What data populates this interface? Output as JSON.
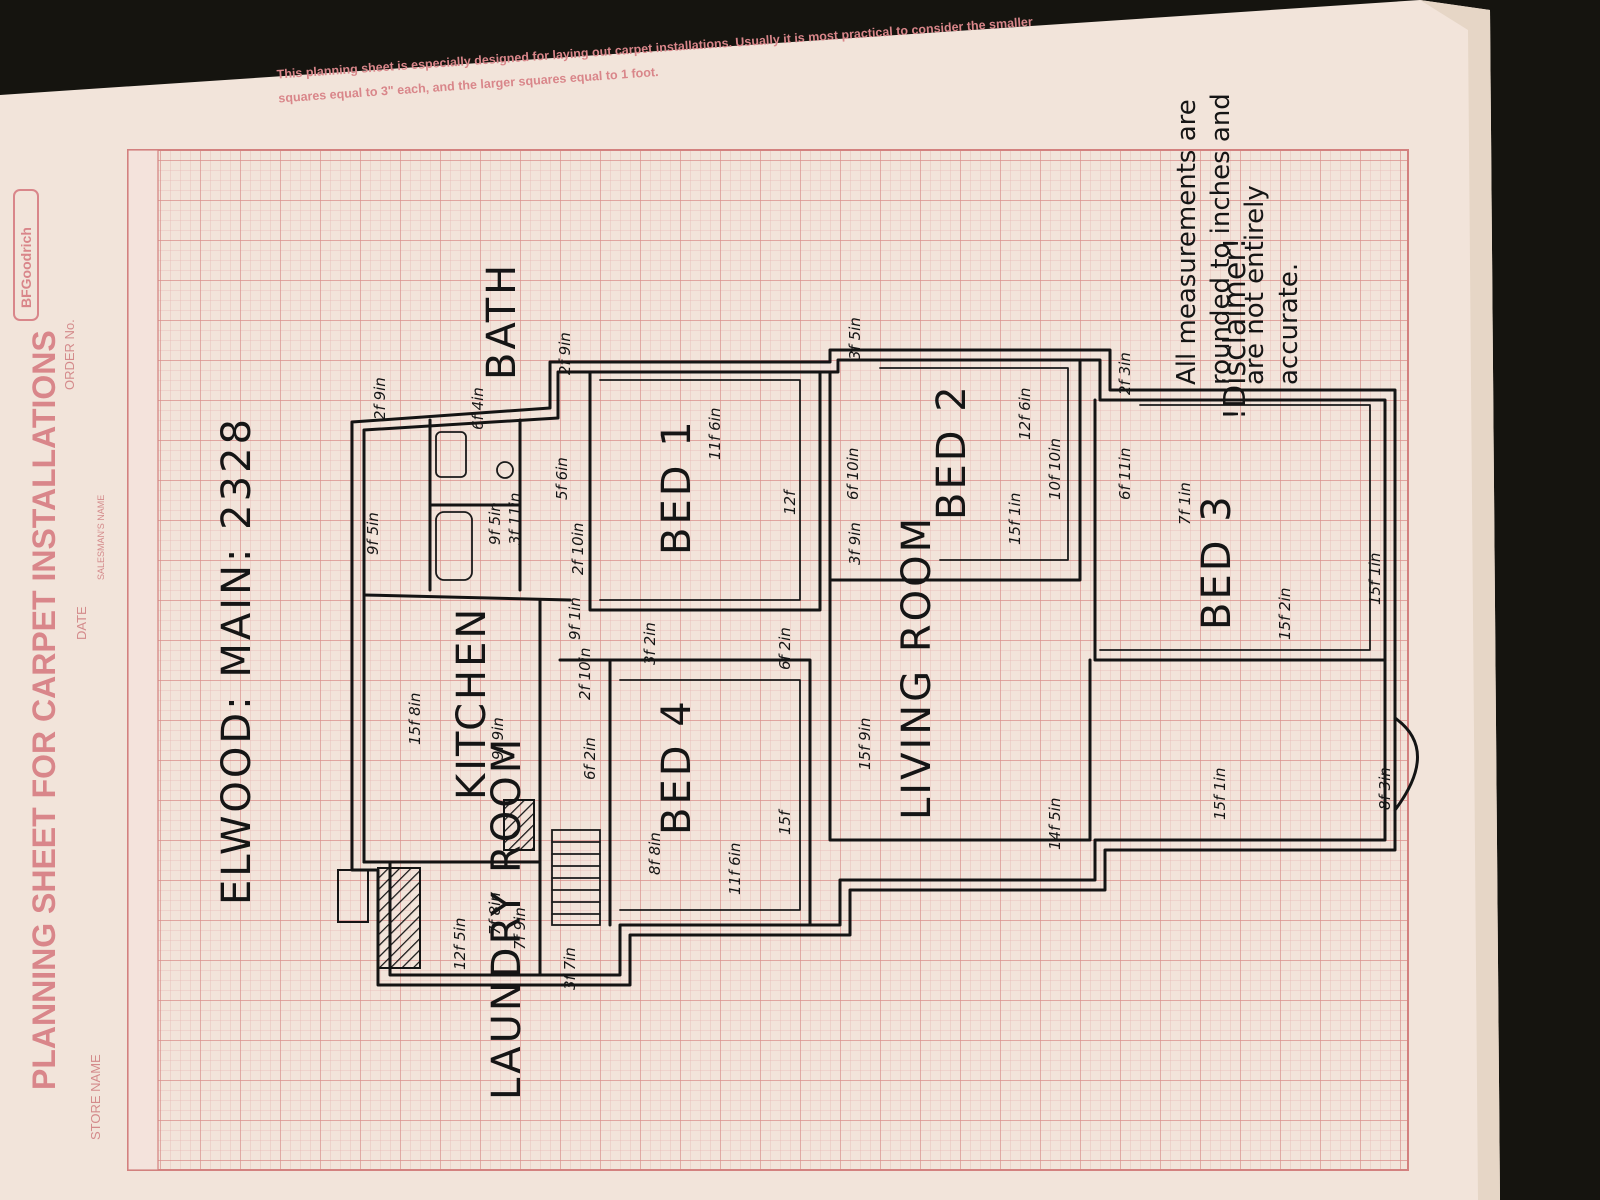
{
  "sheet": {
    "header_title": "PLANNING SHEET FOR CARPET INSTALLATIONS",
    "brand": "BFGoodrich",
    "field_store_name": "STORE NAME",
    "field_date": "DATE",
    "field_order_no": "ORDER No.",
    "field_salesman": "SALESMAN'S NAME",
    "note": "This planning sheet is especially designed for laying out carpet installations. Usually it is most practical to consider the smaller squares equal to 3\" each, and the larger squares equal to 1 foot."
  },
  "plan": {
    "title": "ELWOOD: MAIN: 2328",
    "rooms": {
      "laundry": "LAUNDRY ROOM",
      "kitchen": "KITCHEN",
      "bath": "BATH",
      "bed1": "BED 1",
      "bed2": "BED 2",
      "bed3": "BED 3",
      "bed4": "BED 4",
      "living": "LIVING ROOM"
    },
    "dimensions": {
      "kitchen_length": "15f 8in",
      "kitchen_width": "9f 9in",
      "kitchen_top": "9f 5in",
      "laundry_a": "7f 8in",
      "laundry_b": "7f 9in",
      "laundry_c": "12f 5in",
      "hall_a": "3f 7in",
      "bath_a": "9f 5in",
      "bath_b": "3f 11in",
      "bath_c": "5f 6in",
      "bath_d": "6f 4in",
      "bath_e": "2f 9in",
      "bath_f": "2f 10in",
      "bed1_width": "11f 6in",
      "bed1_length": "12f",
      "bed1_closet": "2f 9in",
      "hall_b": "9f 1in",
      "hall_c": "3f 2in",
      "hall_d": "6f 2in",
      "bed2_width": "12f 6in",
      "bed2_length": "10f 10in",
      "bed2_a": "15f 1in",
      "bed2_b": "6f 10in",
      "bed2_c": "3f 9in",
      "bed2_d": "3f 5in",
      "bed3_width": "15f 2in",
      "bed3_length": "15f 1in",
      "bed3_a": "7f 1in",
      "bed3_b": "6f 11in",
      "bed3_c": "2f 3in",
      "bed4_width": "11f 6in",
      "bed4_length": "15f",
      "bed4_a": "8f 8in",
      "bed4_b": "6f 2in",
      "bed4_c": "2f 10in",
      "living_length": "15f 9in",
      "living_width": "14f 5in",
      "living_b": "15f 1in",
      "living_c": "8f 3in"
    },
    "disclaimer_title": "!Disclaimer!",
    "disclaimer_text": "All measurements are rounded to inches and are not entirely accurate."
  },
  "colors": {
    "paper": "#f3e6de",
    "grid": "#e2a9a6",
    "ink": "#141414",
    "background": "#15140f"
  }
}
